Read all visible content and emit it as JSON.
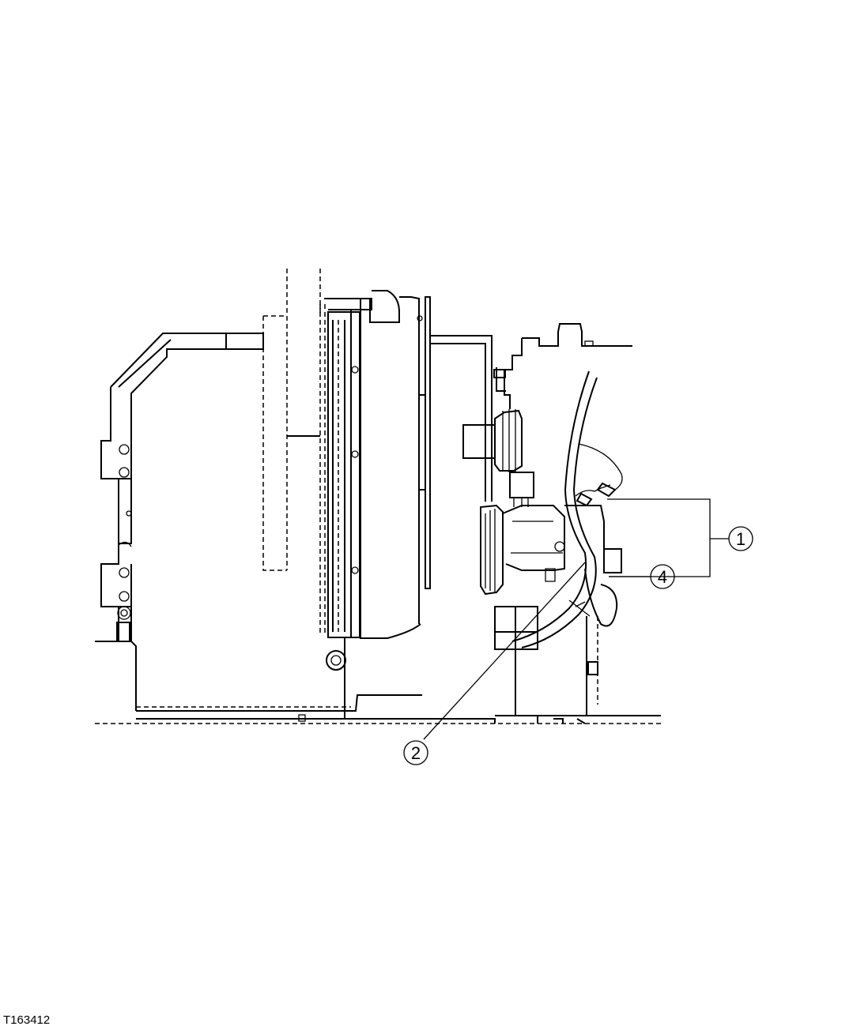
{
  "callouts": [
    {
      "id": "1",
      "label": "1"
    },
    {
      "id": "2",
      "label": "2"
    },
    {
      "id": "4",
      "label": "4"
    }
  ],
  "figure_id": "T163412",
  "colors": {
    "line": "#000000",
    "background": "#ffffff"
  }
}
